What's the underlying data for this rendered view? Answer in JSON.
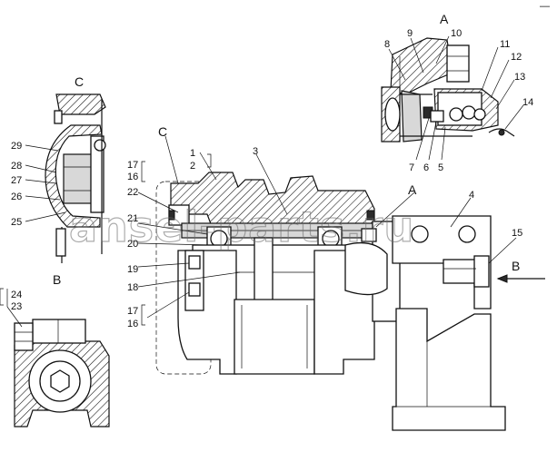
{
  "watermark": "ansel-parts.ru",
  "corner_mark": "—",
  "views": {
    "a": "A",
    "b": "B",
    "c": "C",
    "a_arrow": "A",
    "b_arrow": "B",
    "c_arrow": "C"
  },
  "callouts": {
    "n1": "1",
    "n2": "2",
    "n3": "3",
    "n4": "4",
    "n5": "5",
    "n6": "6",
    "n7": "7",
    "n8": "8",
    "n9": "9",
    "n10": "10",
    "n11": "11",
    "n12": "12",
    "n13": "13",
    "n14": "14",
    "n15": "15",
    "n16a": "16",
    "n16b": "16",
    "n17a": "17",
    "n17b": "17",
    "n18": "18",
    "n19": "19",
    "n20": "20",
    "n21": "21",
    "n22": "22",
    "n23": "23",
    "n24": "24",
    "n25": "25",
    "n26": "26",
    "n27": "27",
    "n28": "28",
    "n29": "29"
  }
}
